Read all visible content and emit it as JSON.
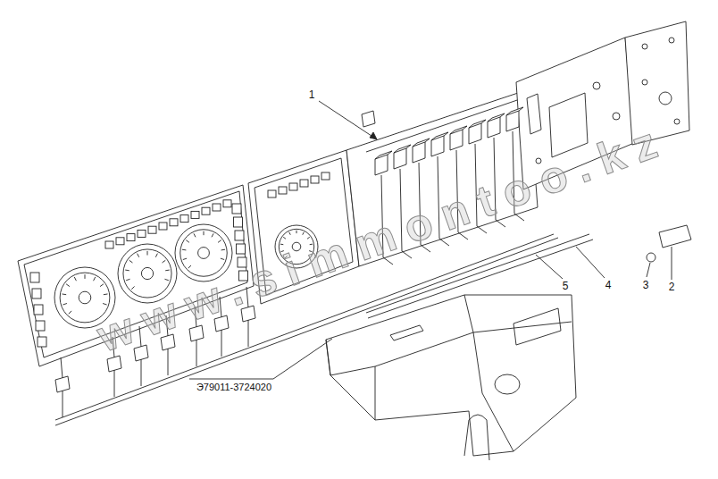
{
  "diagram": {
    "labels": [
      "1",
      "2",
      "3",
      "4",
      "5",
      "Э79011-3724020",
      "www.simmontoo.kz"
    ]
  }
}
